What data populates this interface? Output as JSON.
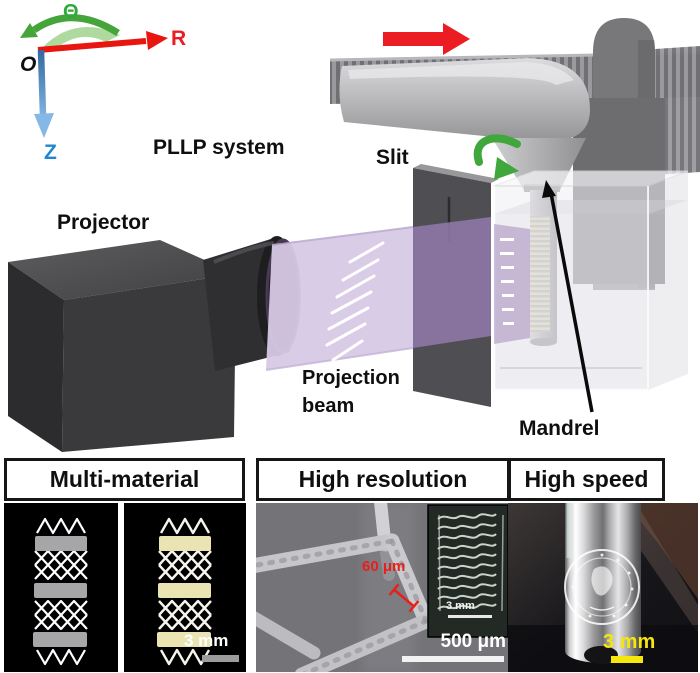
{
  "diagram": {
    "axis": {
      "theta": "Θ",
      "r": "R",
      "origin": "O",
      "z": "Z"
    },
    "system_label": "PLLP system",
    "projector_label": "Projector",
    "slit_label": "Slit",
    "beam_label_line1": "Projection",
    "beam_label_line2": "beam",
    "mandrel_label": "Mandrel"
  },
  "panels": {
    "multi_material": {
      "title": "Multi-material",
      "scale_label": "3 mm"
    },
    "high_resolution": {
      "title": "High resolution",
      "feature_label": "60 μm",
      "inset_scale_label": "3 mm",
      "scale_label": "500 μm"
    },
    "high_speed": {
      "title": "High speed",
      "scale_label": "3 mm"
    }
  },
  "colors": {
    "axis_theta_green": "#3fa73c",
    "axis_r_red": "#ec1c23",
    "axis_z_blue": "#1f86cf",
    "beam_lavender": "#d7c9e5",
    "annotation_red": "#e8201c",
    "scale_bar_yellow": "#f6e70a",
    "scale_bar_gray": "#9c9c9e"
  }
}
